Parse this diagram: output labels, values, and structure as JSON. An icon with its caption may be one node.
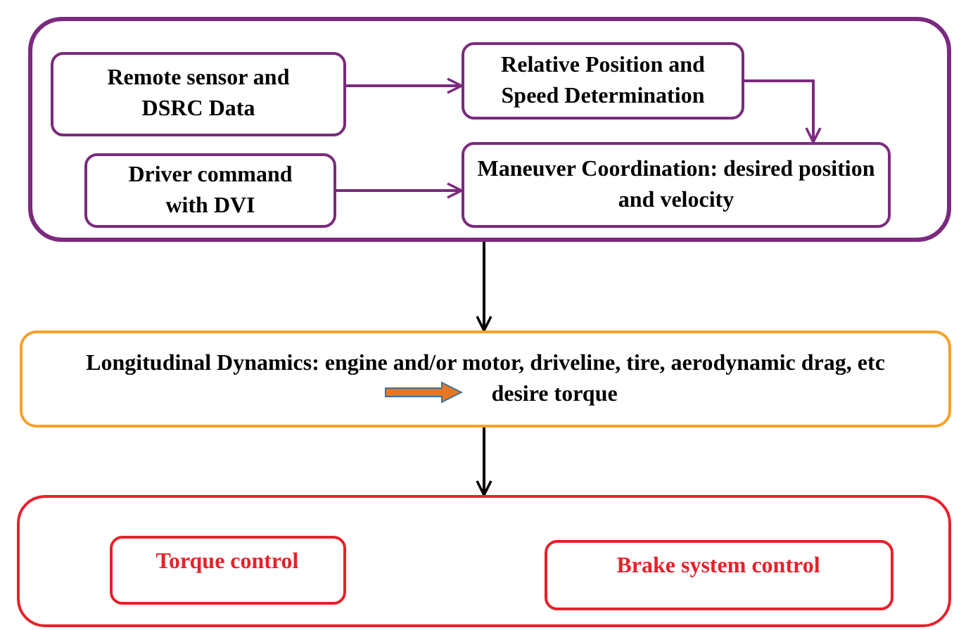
{
  "diagram": {
    "nodes": [
      {
        "text": [],
        "shape": "box"
      },
      {
        "text": [
          "Remote sensor and DSRC Data"
        ],
        "in": 0
      },
      {
        "text": [
          "Relative Position and Speed Determination"
        ],
        "in": 0
      },
      {
        "text": [
          "Driver command with DVI"
        ],
        "in": 0
      },
      {
        "text": [
          "Maneuver Coordination: desired position and velocity"
        ],
        "in": 0
      },
      {
        "text": [
          "Longitudinal Dynamics: engine and/or motor, driveline, tire, aerodynamic drag, etc",
          "desire torque"
        ]
      },
      {
        "text": [],
        "shape": "box"
      },
      {
        "text": [
          "Torque control"
        ],
        "in": 6
      },
      {
        "text": [
          "Brake system control"
        ],
        "in": 6
      }
    ],
    "edges": [
      {
        "from": 1,
        "to": 2,
        "arrow": "to"
      },
      {
        "from": 2,
        "to": 4,
        "arrow": "to"
      },
      {
        "from": 3,
        "to": 4,
        "arrow": "to"
      },
      {
        "from": 0,
        "to": 5,
        "arrow": "to",
        "color": "#000000"
      },
      {
        "from": 5,
        "to": 6,
        "arrow": "to",
        "color": "#000000"
      }
    ]
  }
}
